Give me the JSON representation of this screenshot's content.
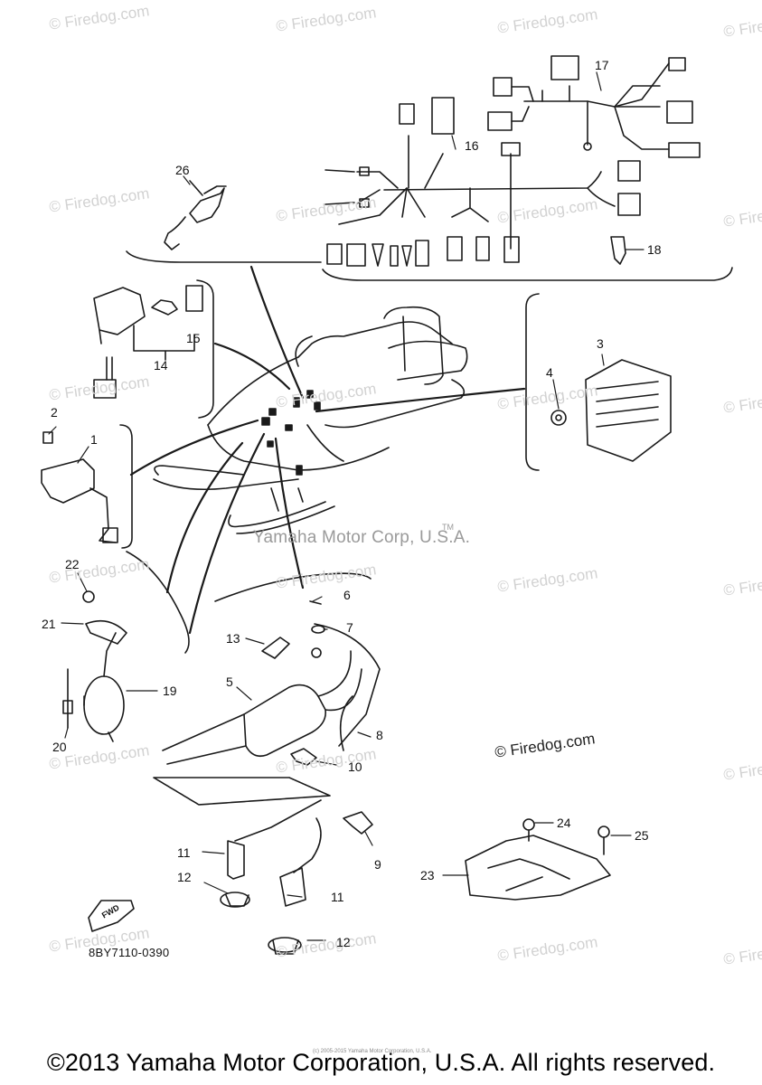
{
  "watermark_text": "© Firedog.com",
  "center_mark": "Yamaha Motor Corp, U.S.A.",
  "center_mark_tm": "TM",
  "diagram_code": "8BY7110-0390",
  "firedog_mark": "© Firedog.com",
  "tiny_copyright": "(c) 2005-2015 Yamaha Motor Corporation, U.S.A.",
  "footer": "©2013 Yamaha Motor Corporation, U.S.A. All rights reserved.",
  "callouts": [
    "1",
    "2",
    "3",
    "4",
    "5",
    "6",
    "7",
    "8",
    "9",
    "10",
    "11",
    "11",
    "12",
    "12",
    "13",
    "14",
    "15",
    "16",
    "17",
    "18",
    "19",
    "20",
    "21",
    "22",
    "23",
    "24",
    "25",
    "26"
  ]
}
